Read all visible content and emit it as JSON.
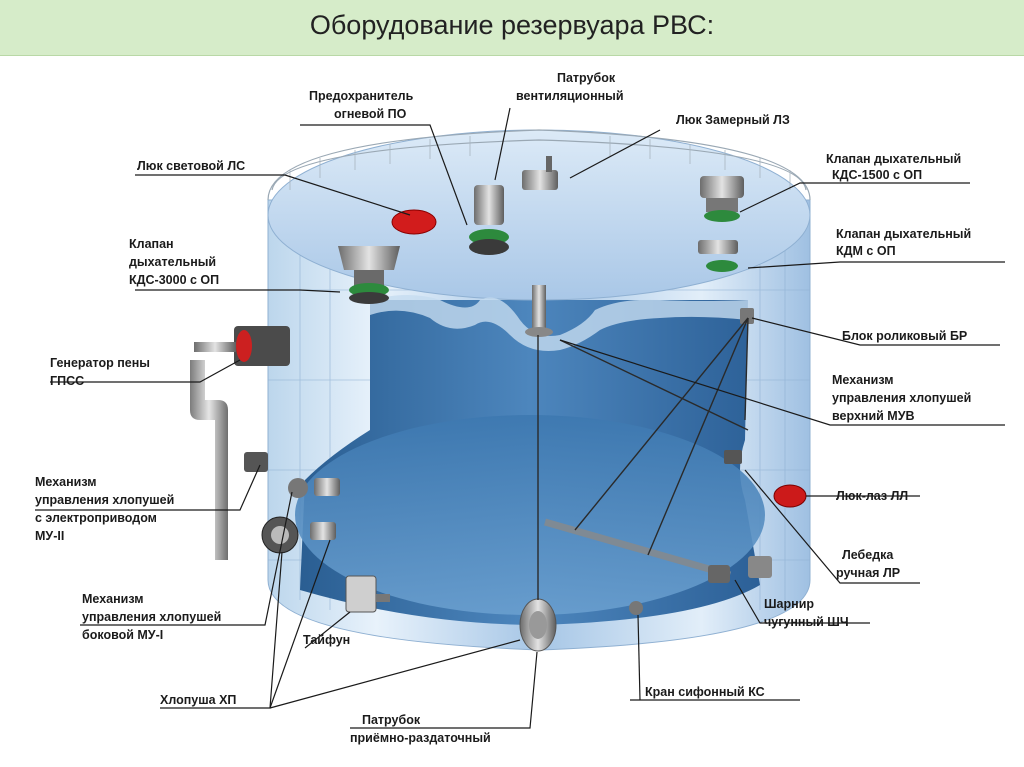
{
  "slide": {
    "title": "Оборудование резервуара РВС:"
  },
  "labels": {
    "lyuk_svetovoy": [
      "Люк световой ЛС"
    ],
    "predokhranitel": [
      "Предохранитель",
      "огневой ПО"
    ],
    "patrubok_vent": [
      "Патрубок",
      "вентиляционный"
    ],
    "lyuk_zamerny": [
      "Люк Замерный ЛЗ"
    ],
    "klapan_kds1500": [
      "Клапан дыхательный",
      "КДС-1500 с ОП"
    ],
    "klapan_kdm": [
      "Клапан дыхательный",
      "КДМ с ОП"
    ],
    "klapan_kds3000": [
      "Клапан",
      "дыхательный",
      "КДС-3000 с ОП"
    ],
    "generator": [
      "Генератор пены",
      "ГПСС"
    ],
    "blok_rolikovy": [
      "Блок роликовый БР"
    ],
    "mekh_muv": [
      "Механизм",
      "управления хлопушей",
      "верхний МУВ"
    ],
    "mekh_mu2": [
      "Механизм",
      "управления хлопушей",
      "с электроприводом",
      "МУ-II"
    ],
    "lyuk_laz": [
      "Люк-лаз ЛЛ"
    ],
    "lebedka": [
      "Лебедка",
      "ручная ЛР"
    ],
    "mekh_mu1": [
      "Механизм",
      "управления хлопушей",
      "боковой МУ-I"
    ],
    "tayfun": [
      "Тайфун"
    ],
    "sharnir": [
      "Шарнир",
      "чугунный ШЧ"
    ],
    "khlopusha": [
      "Хлопуша ХП"
    ],
    "kran_sifonny": [
      "Кран сифонный КС"
    ],
    "patrubok_priemno": [
      "Патрубок",
      "приёмно-раздаточный"
    ]
  }
}
